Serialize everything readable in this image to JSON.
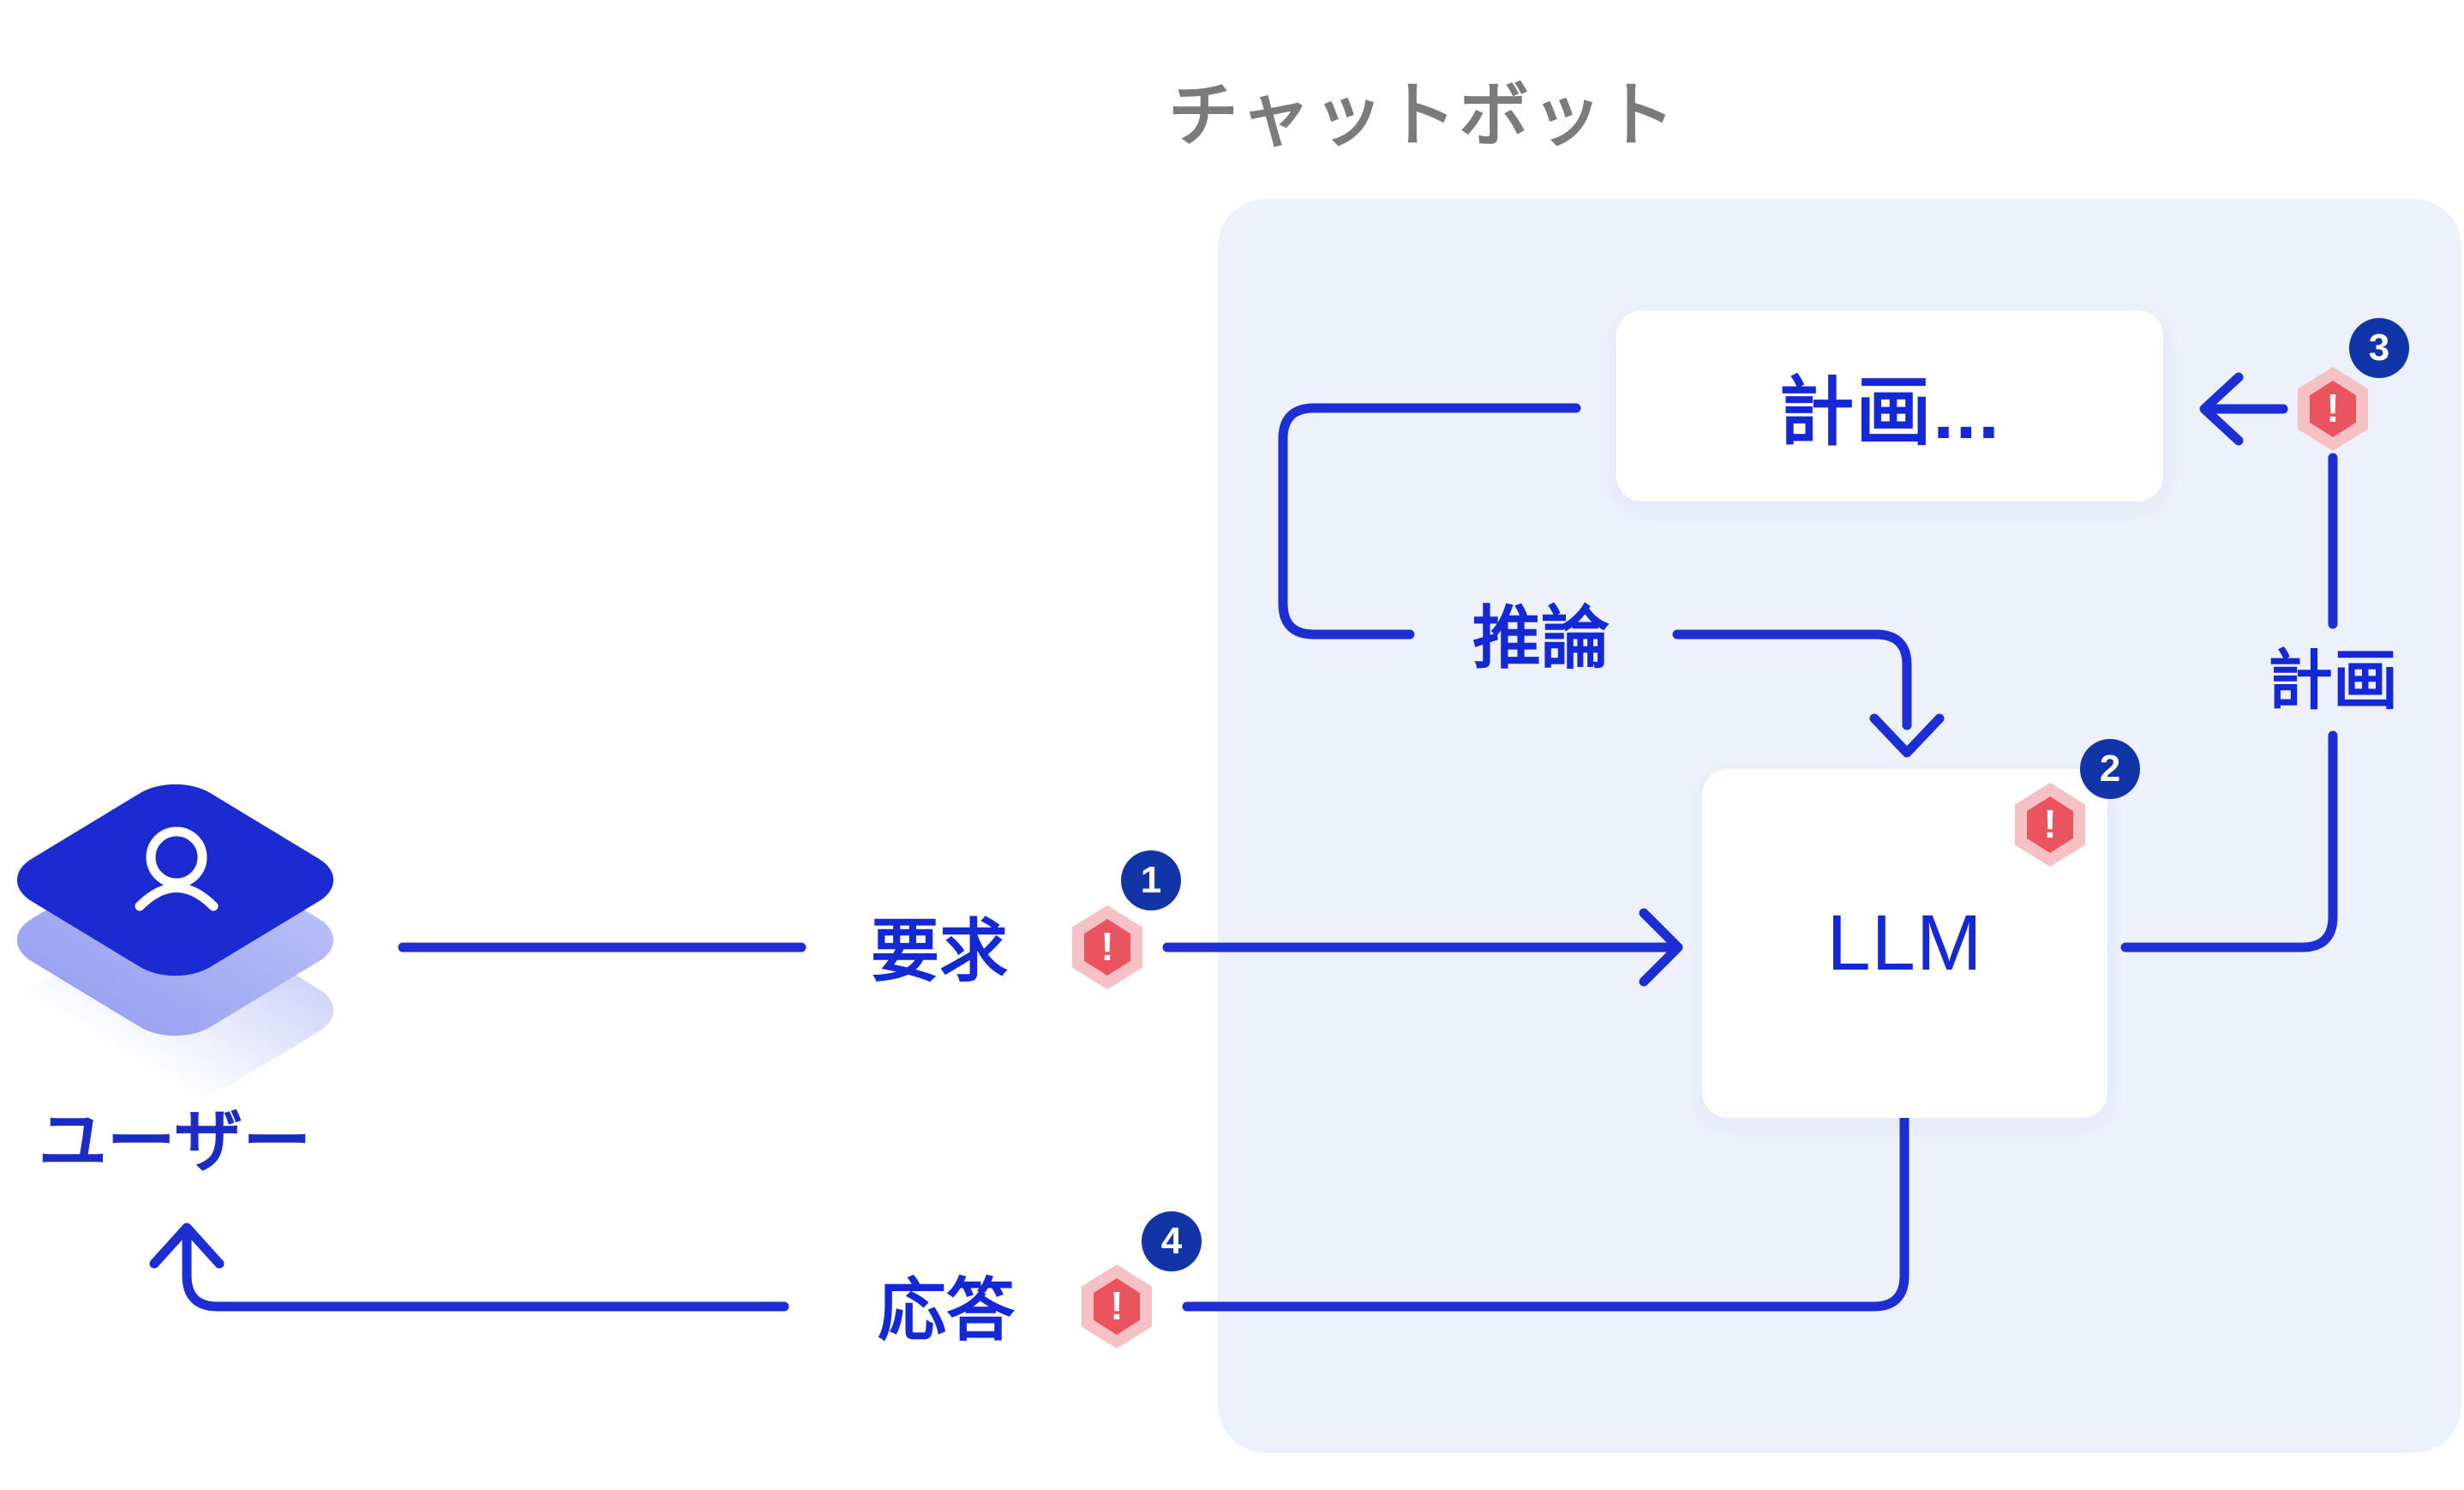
{
  "title": "チャットボット",
  "user": {
    "label": "ユーザー"
  },
  "nodes": {
    "plan_box_label": "計画...",
    "llm_box_label": "LLM"
  },
  "edges": {
    "request": "要求",
    "reasoning": "推論",
    "plan": "計画",
    "response": "応答"
  },
  "steps": [
    {
      "number": "1"
    },
    {
      "number": "2"
    },
    {
      "number": "3"
    },
    {
      "number": "4"
    }
  ],
  "alert_glyph": "!",
  "colors": {
    "line_blue": "#1C2ED4",
    "text_blue": "#1528D6",
    "badge_navy": "#1134A6",
    "container_bg": "#EDF1FC",
    "hexagon_outer": "#F6C1C5",
    "hexagon_inner": "#E9545E",
    "title_gray": "#7B7B7B",
    "cube_top": "#1B2BD1",
    "cube_side": "#A9B2F4"
  }
}
